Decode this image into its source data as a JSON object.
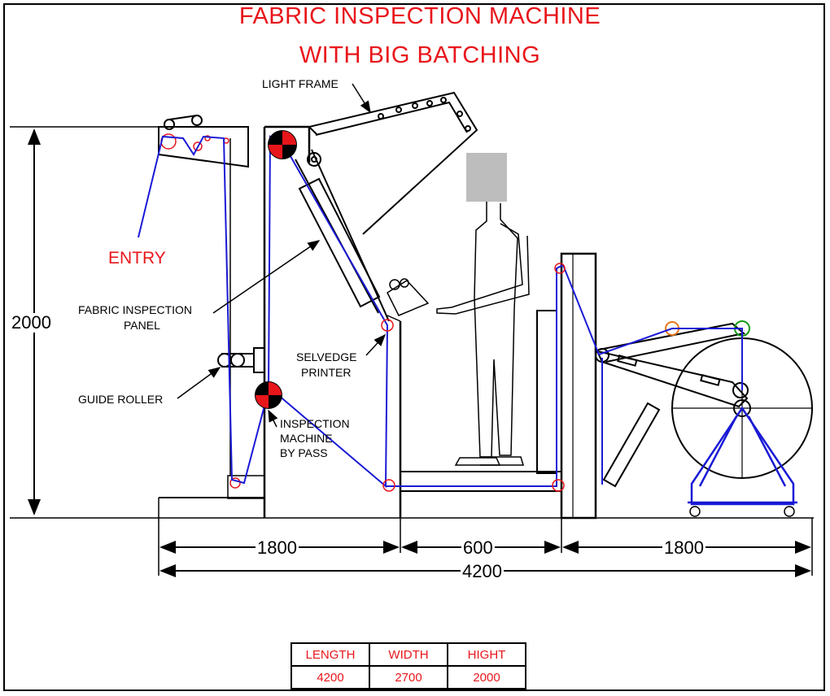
{
  "title": {
    "line1": "FABRIC INSPECTION MACHINE",
    "line2": "WITH BIG BATCHING"
  },
  "labels": {
    "light_frame": "LIGHT FRAME",
    "entry": "ENTRY",
    "panel_line1": "FABRIC INSPECTION",
    "panel_line2": "PANEL",
    "selvedge_line1": "SELVEDGE",
    "selvedge_line2": "PRINTER",
    "guide_roller": "GUIDE ROLLER",
    "bypass_line1": "INSPECTION",
    "bypass_line2": "MACHINE",
    "bypass_line3": "BY PASS"
  },
  "dimensions": {
    "height": "2000",
    "d1": "1800",
    "d2": "600",
    "d3": "1800",
    "total": "4200"
  },
  "spec_table": {
    "headers": [
      "LENGTH",
      "WIDTH",
      "HIGHT"
    ],
    "values": [
      "4200",
      "2700",
      "2000"
    ]
  },
  "colors": {
    "title": "#e8161b",
    "fabric_path": "#1a1ad6",
    "line": "#000000"
  }
}
